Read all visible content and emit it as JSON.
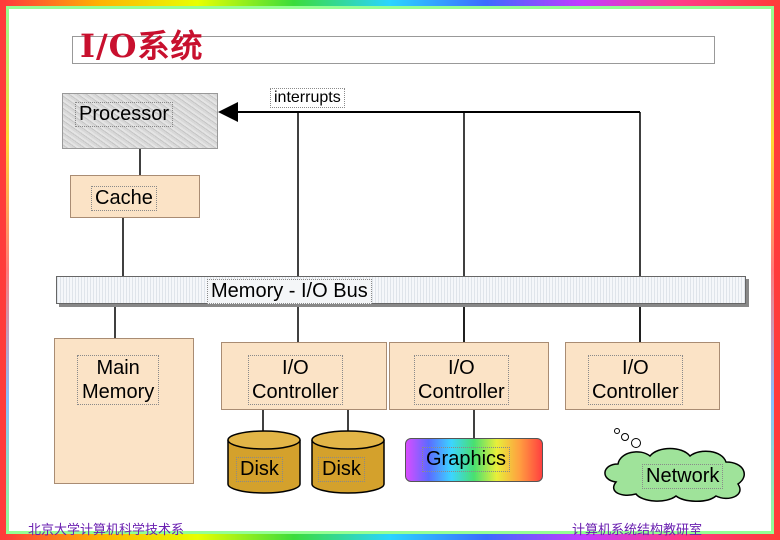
{
  "title": "I/O系统",
  "processor": "Processor",
  "interrupts": "interrupts",
  "cache": "Cache",
  "bus": "Memory - I/O Bus",
  "main_memory": [
    "Main",
    "Memory"
  ],
  "controllers": [
    {
      "line1": "I/O",
      "line2": "Controller"
    },
    {
      "line1": "I/O",
      "line2": "Controller"
    },
    {
      "line1": "I/O",
      "line2": "Controller"
    }
  ],
  "disks": [
    "Disk",
    "Disk"
  ],
  "graphics": "Graphics",
  "network": "Network",
  "footer_left": "北京大学计算机科学技术系",
  "footer_right": "计算机系统结构教研室",
  "colors": {
    "title": "#c8102e",
    "peach": "#fbe3c6",
    "disk": "#d4a12c",
    "network": "#9fe39a",
    "footer": "#6a1fb0"
  }
}
